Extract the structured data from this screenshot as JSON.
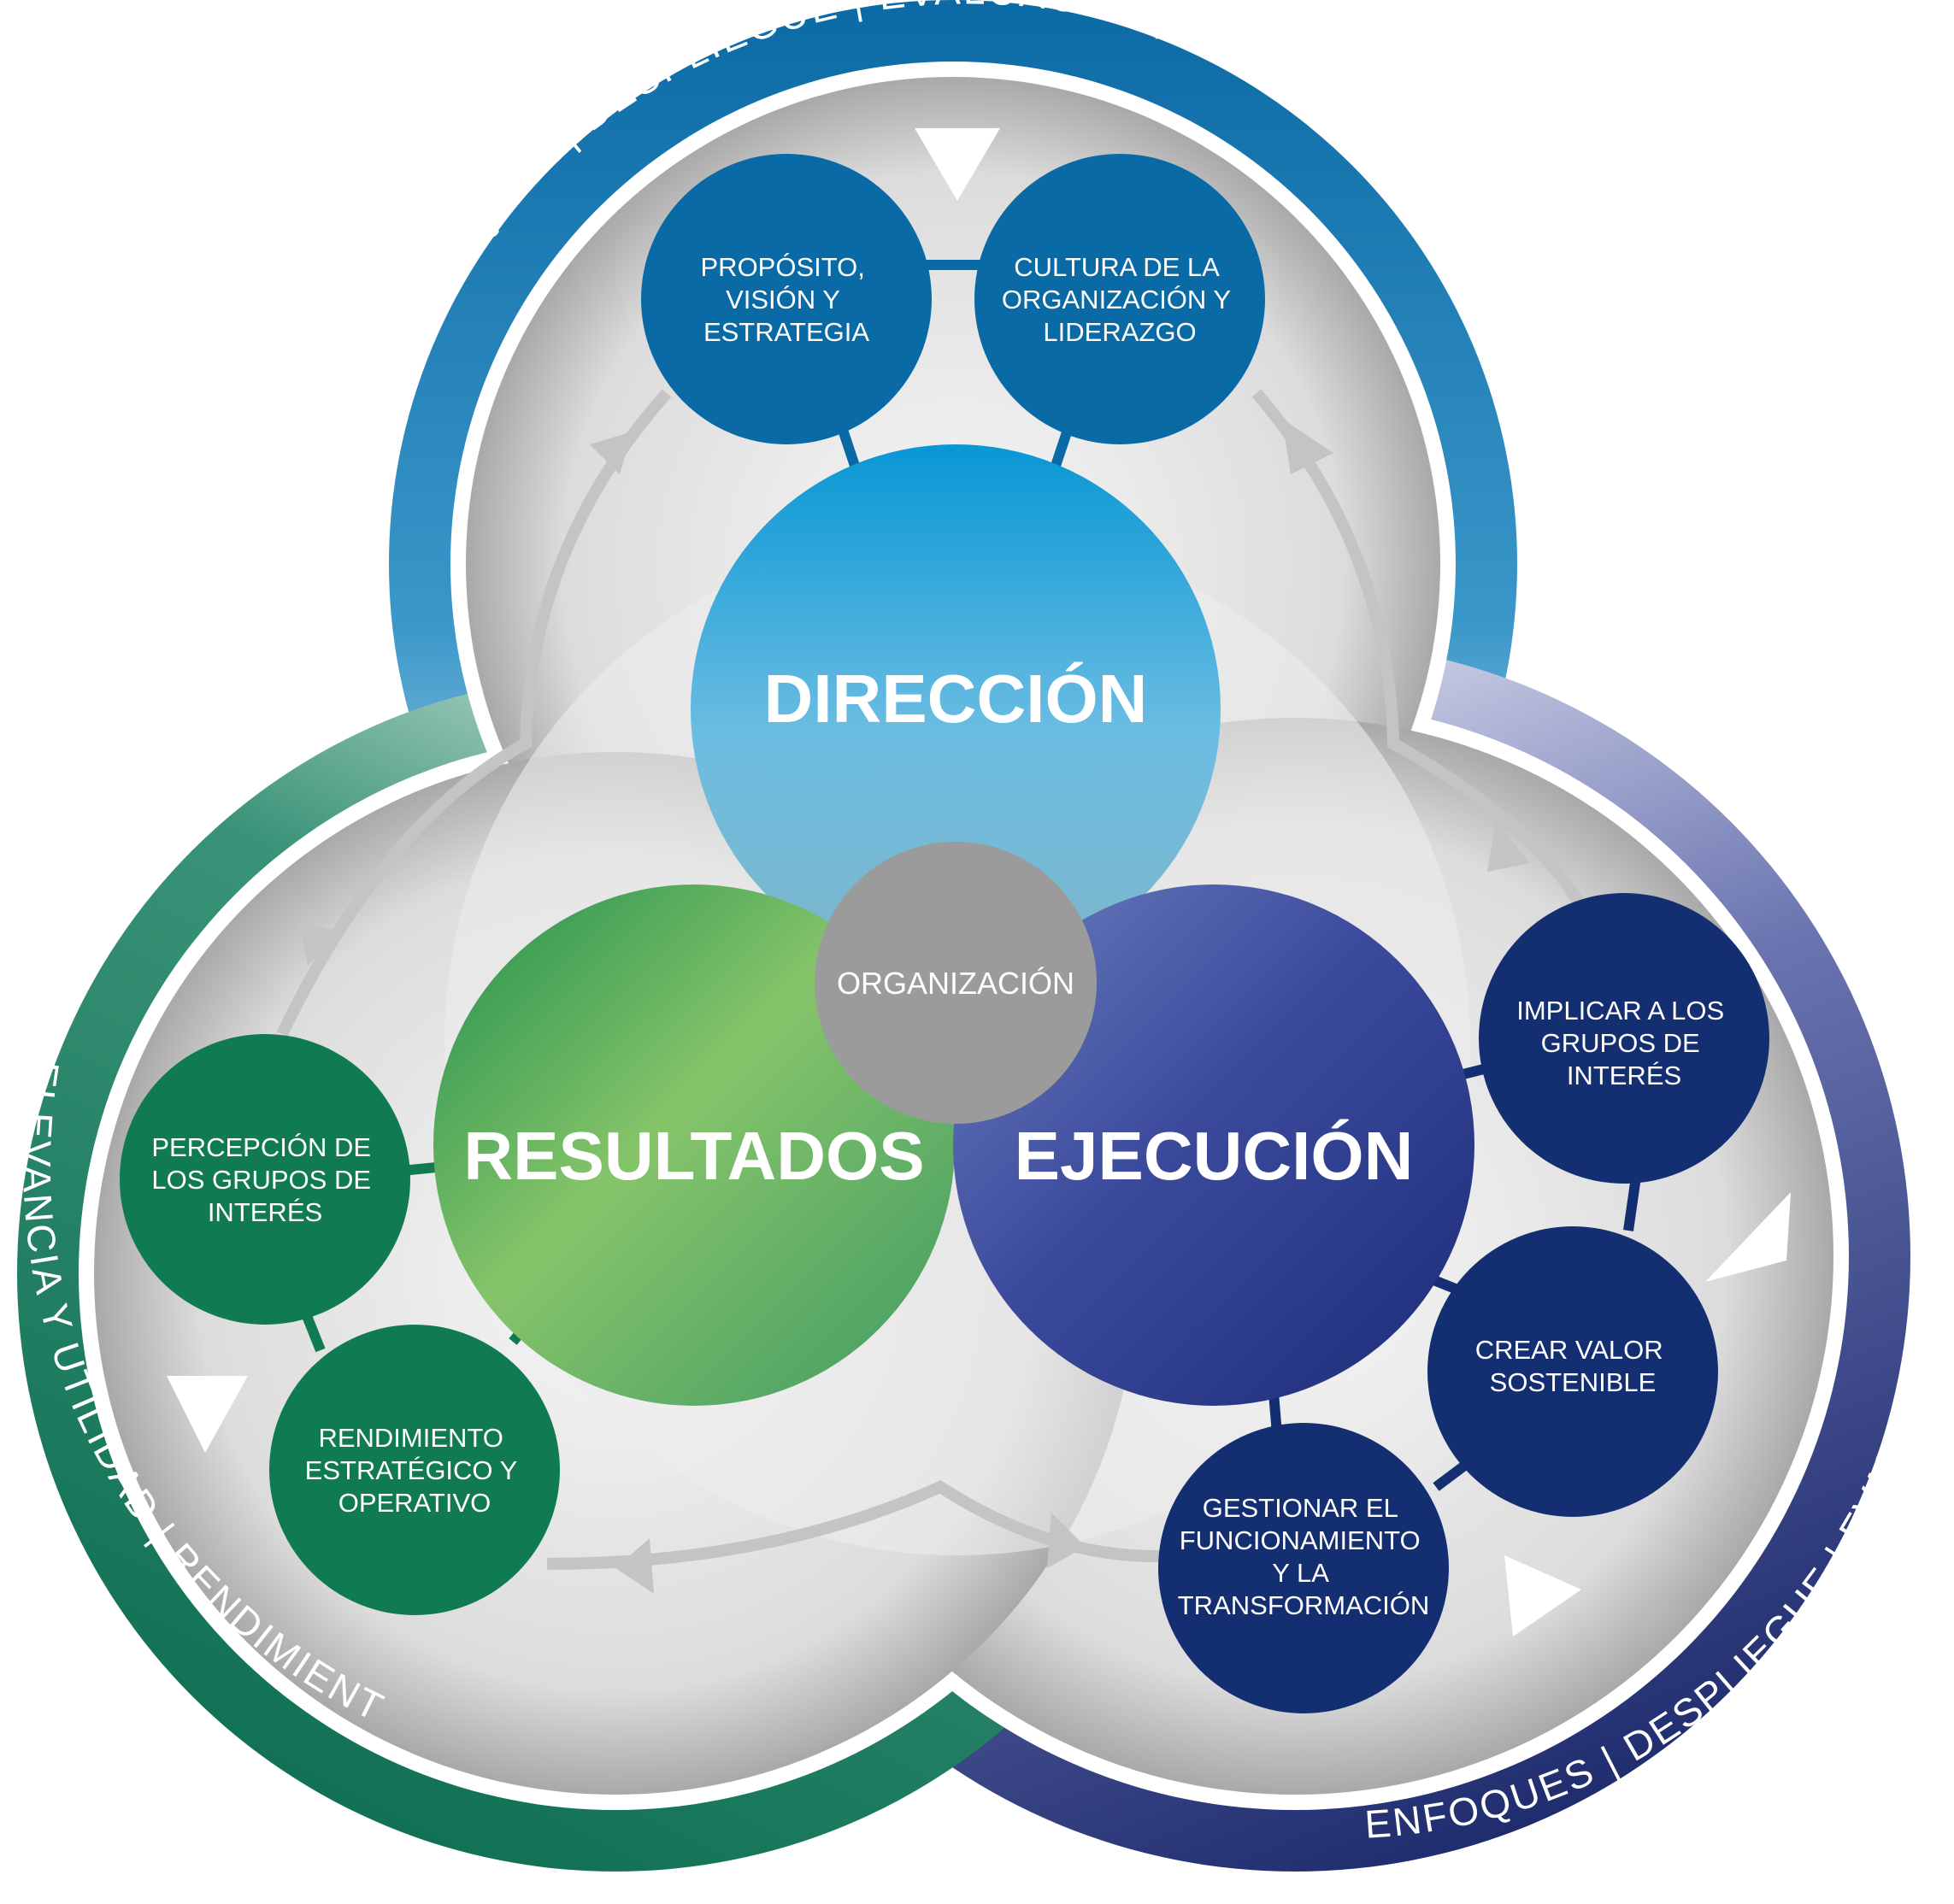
{
  "ring": {
    "top": "ENFOQUES | DESPLIEGUE | EVALUACIÓN, REVISIÓN Y MEJORA",
    "right": "ENFOQUES | DESPLIEGUE | EVALUACIÓN, REVISIÓN Y MEJORA",
    "left": "RELEVANCIA Y UTILIDAD | RENDIMIENTO"
  },
  "center": {
    "direccion": "DIRECCIÓN",
    "resultados": "RESULTADOS",
    "ejecucion": "EJECUCIÓN",
    "organizacion": "ORGANIZACIÓN"
  },
  "criteria": {
    "proposito": [
      "PROPÓSITO,",
      "VISIÓN Y",
      "ESTRATEGIA"
    ],
    "cultura": [
      "CULTURA DE LA",
      "ORGANIZACIÓN Y",
      "LIDERAZGO"
    ],
    "implicar": [
      "IMPLICAR A LOS",
      "GRUPOS DE",
      "INTERÉS"
    ],
    "crear": [
      "CREAR VALOR",
      "SOSTENIBLE"
    ],
    "gestionar": [
      "GESTIONAR EL",
      "FUNCIONAMIENTO",
      "Y LA",
      "TRANSFORMACIÓN"
    ],
    "percepcion": [
      "PERCEPCIÓN DE",
      "LOS GRUPOS DE",
      "INTERÉS"
    ],
    "rendimiento": [
      "RENDIMIENTO",
      "ESTRATÉGICO Y",
      "OPERATIVO"
    ]
  },
  "colors": {
    "blue_ring": "#1a6fa8",
    "navy_ring": "#283a7c",
    "green_ring": "#17775d",
    "direccion_top": "#0d96d4",
    "resultados": "#5cb85c",
    "ejecucion": "#2d3a8c",
    "organizacion": "#9b9b9b",
    "blue_node": "#0a6aa6",
    "navy_node": "#142e72",
    "green_node": "#107a50"
  }
}
